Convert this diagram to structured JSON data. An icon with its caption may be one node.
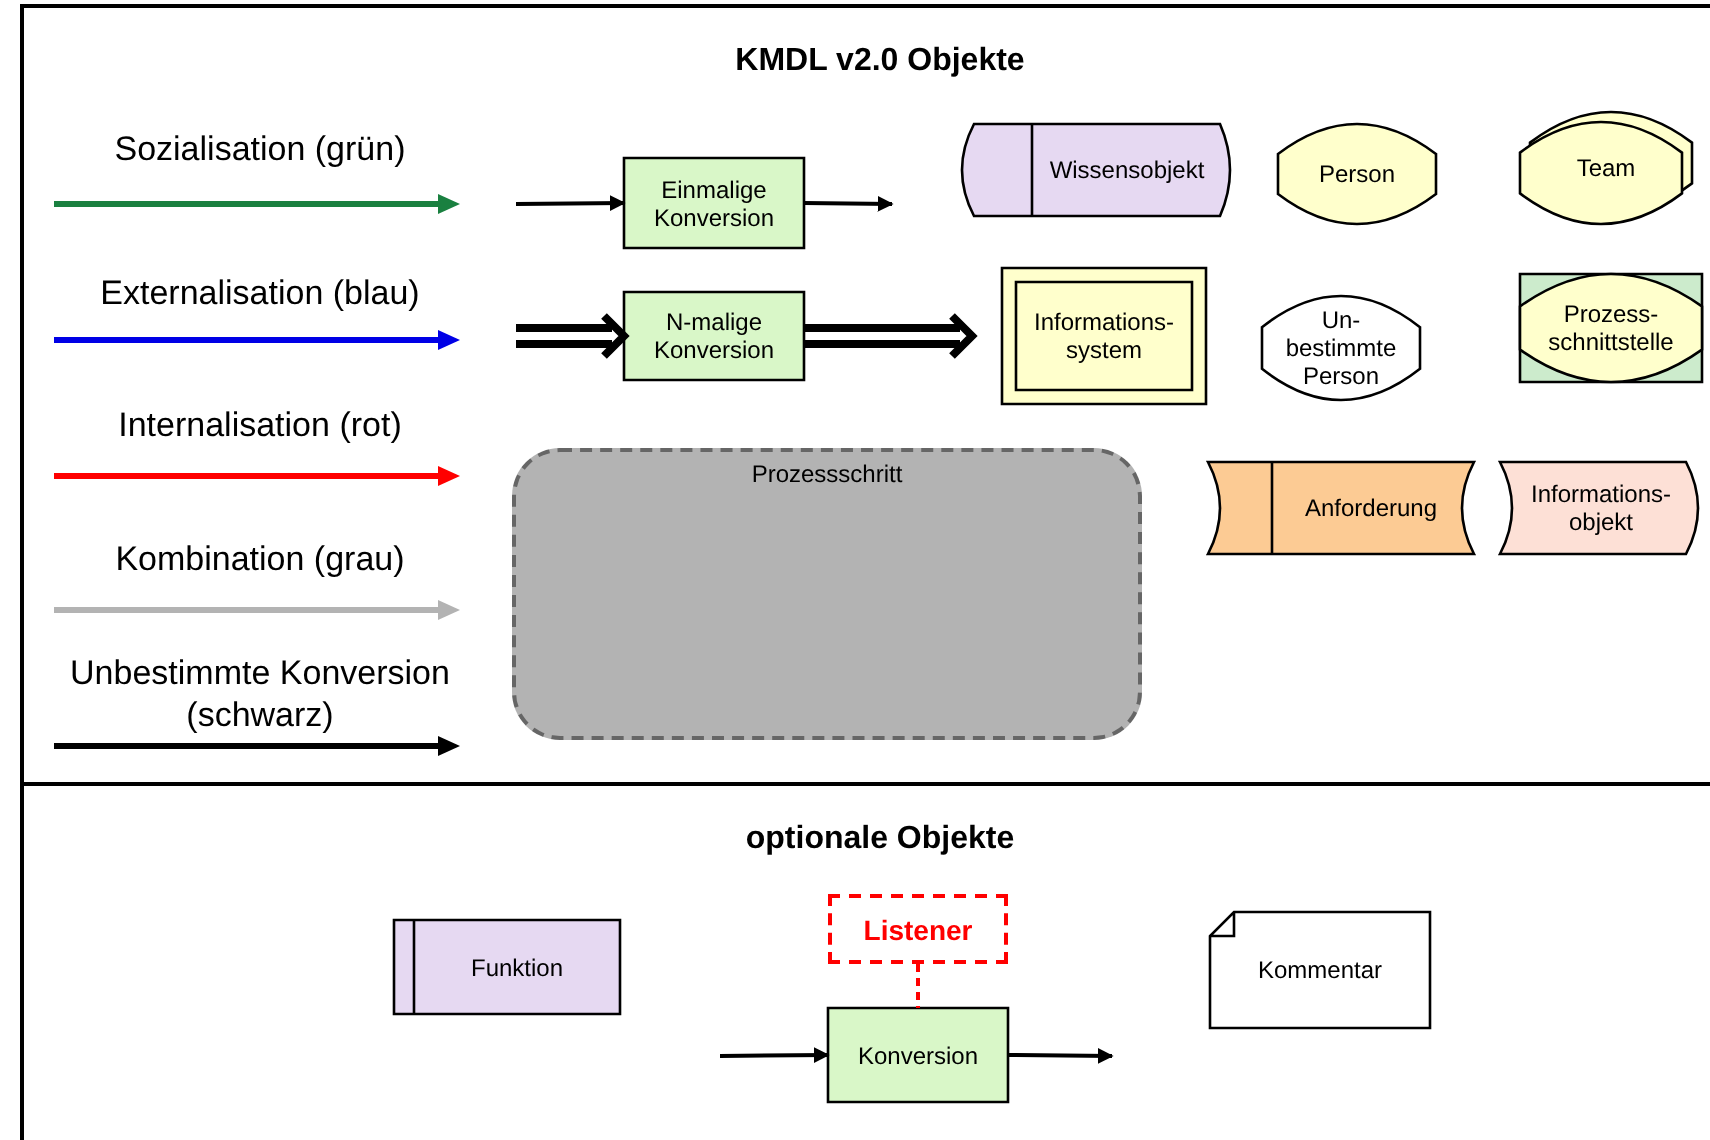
{
  "diagram": {
    "nodes": [
      {
        "text": [
          "KMDL v2.0 Objekte"
        ]
      },
      {
        "text": [
          "Einmalige Konversion"
        ],
        "in": 0
      },
      {
        "text": [
          "Wissensobjekt"
        ],
        "in": 0
      },
      {
        "text": [
          "Person"
        ],
        "in": 0
      },
      {
        "text": [
          "Team"
        ],
        "in": 0
      },
      {
        "text": [
          "N-malige Konversion"
        ],
        "in": 0
      },
      {
        "text": [
          "Informations- system"
        ],
        "in": 0
      },
      {
        "text": [
          "Un- bestimmte Person"
        ],
        "in": 0
      },
      {
        "text": [
          "Prozess- schnittstelle"
        ],
        "in": 0
      },
      {
        "text": [
          "Prozessschritt"
        ],
        "in": 0
      },
      {
        "text": [
          "Anforderung"
        ],
        "in": 0
      },
      {
        "text": [
          "Informations- objekt"
        ],
        "in": 0
      },
      {
        "text": [
          "optionale Objekte"
        ]
      },
      {
        "text": [
          "Funktion"
        ],
        "in": 12
      },
      {
        "text": [
          "Listener"
        ],
        "in": 12
      },
      {
        "text": [
          "Kommentar"
        ],
        "in": 12
      },
      {
        "text": [
          "Konversion"
        ],
        "in": 12
      }
    ],
    "edges": [
      {
        "from": null,
        "to": 1,
        "arrow": "to"
      },
      {
        "from": 1,
        "to": null,
        "arrow": "to"
      },
      {
        "from": null,
        "to": 5,
        "arrow": "to",
        "style": "thick"
      },
      {
        "from": 5,
        "to": null,
        "arrow": "to",
        "style": "thick"
      },
      {
        "from": 14,
        "to": 16,
        "arrow": "none",
        "style": "dashed",
        "color": "#ff0000"
      },
      {
        "from": null,
        "to": 16,
        "arrow": "to"
      },
      {
        "from": 16,
        "to": null,
        "arrow": "to"
      }
    ],
    "legend": [
      {
        "text": "Sozialisation (grün)",
        "color": "#1a8040"
      },
      {
        "text": "Externalisation (blau)",
        "color": "#0000e6"
      },
      {
        "text": "Internalisation (rot)",
        "color": "#ff0000"
      },
      {
        "text": "Kombination (grau)",
        "color": "#b3b3b3"
      },
      {
        "text": "Unbestimmte Konversion (schwarz)",
        "color": "#000000"
      }
    ]
  }
}
